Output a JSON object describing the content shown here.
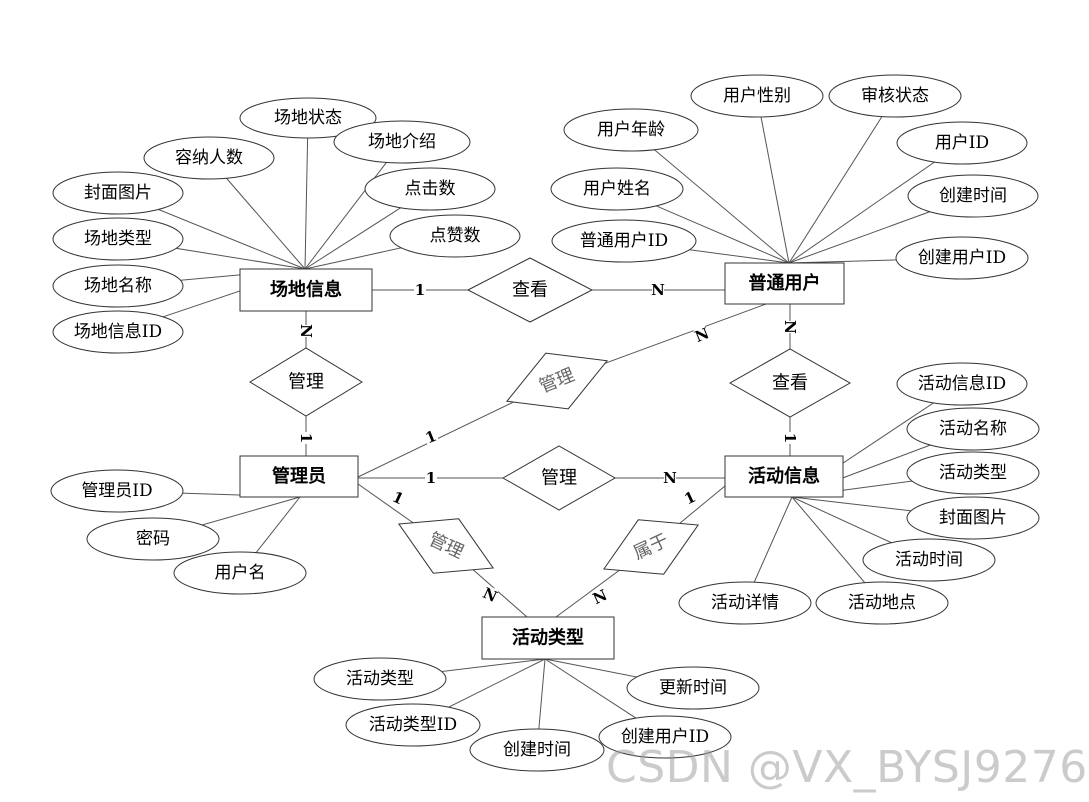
{
  "entities": [
    {
      "id": "venue",
      "label": "场地信息",
      "attributes": [
        "场地状态",
        "容纳人数",
        "场地介绍",
        "封面图片",
        "点击数",
        "场地类型",
        "点赞数",
        "场地名称",
        "场地信息ID"
      ]
    },
    {
      "id": "user",
      "label": "普通用户",
      "attributes": [
        "用户性别",
        "审核状态",
        "用户年龄",
        "用户ID",
        "用户姓名",
        "创建时间",
        "普通用户ID",
        "创建用户ID"
      ]
    },
    {
      "id": "admin",
      "label": "管理员",
      "attributes": [
        "管理员ID",
        "密码",
        "用户名"
      ]
    },
    {
      "id": "activity",
      "label": "活动信息",
      "attributes": [
        "活动信息ID",
        "活动名称",
        "活动类型",
        "封面图片",
        "活动时间",
        "活动详情",
        "活动地点"
      ]
    },
    {
      "id": "acttype",
      "label": "活动类型",
      "attributes": [
        "活动类型",
        "更新时间",
        "活动类型ID",
        "创建时间",
        "创建用户ID"
      ]
    }
  ],
  "relationships": [
    {
      "id": "r1",
      "label": "查看",
      "from": "venue",
      "to": "user",
      "card_from": "1",
      "card_to": "N"
    },
    {
      "id": "r2",
      "label": "管理",
      "from": "venue",
      "to": "admin",
      "card_from": "N",
      "card_to": "1"
    },
    {
      "id": "r3",
      "label": "管理",
      "from": "admin",
      "to": "user",
      "card_from": "1",
      "card_to": "N"
    },
    {
      "id": "r4",
      "label": "查看",
      "from": "user",
      "to": "activity",
      "card_from": "N",
      "card_to": "1"
    },
    {
      "id": "r5",
      "label": "管理",
      "from": "admin",
      "to": "activity",
      "card_from": "1",
      "card_to": "N"
    },
    {
      "id": "r6",
      "label": "管理",
      "from": "admin",
      "to": "acttype",
      "card_from": "1",
      "card_to": "N"
    },
    {
      "id": "r7",
      "label": "属于",
      "from": "activity",
      "to": "acttype",
      "card_from": "1",
      "card_to": "N"
    }
  ],
  "watermark": "CSDN @VX_BYSJ9276"
}
